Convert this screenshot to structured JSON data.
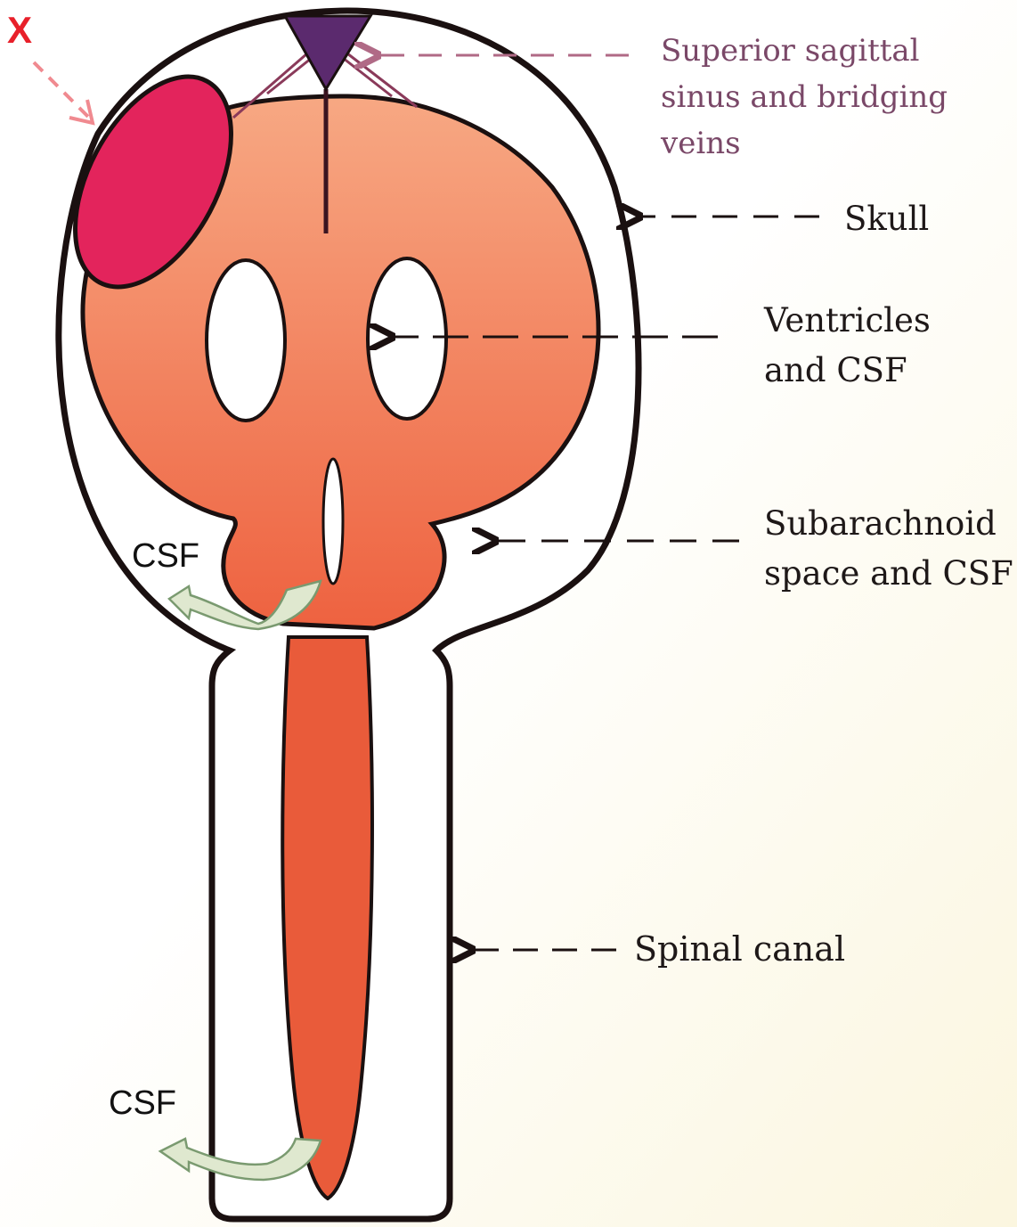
{
  "labels": {
    "marker_x": "X",
    "superior_sagittal_line1": "Superior sagittal",
    "superior_sagittal_line2": "sinus and bridging",
    "superior_sagittal_line3": "veins",
    "skull": "Skull",
    "ventricles_line1": "Ventricles",
    "ventricles_line2": "and CSF",
    "subarachnoid_line1": "Subarachnoid",
    "subarachnoid_line2": "space and CSF",
    "spinal_canal": "Spinal canal",
    "csf_upper": "CSF",
    "csf_lower": "CSF"
  },
  "colors": {
    "outline": "#1a1010",
    "brain_top": "#f7a883",
    "brain_bottom": "#ee6240",
    "spinal_cord": "#e95b3a",
    "lesion": "#e3245c",
    "sinus": "#5b2a6e",
    "bridging_veins": "#8a3a5a",
    "label_purple": "#7a4868",
    "label_dark": "#1e1818",
    "marker_red": "#e8202a",
    "marker_arrow": "#f08a90",
    "csf_arrow_fill": "#dfe8cf",
    "csf_arrow_stroke": "#7a9a70",
    "background": "#ffffff",
    "paper_tint": "#fbf6df"
  }
}
